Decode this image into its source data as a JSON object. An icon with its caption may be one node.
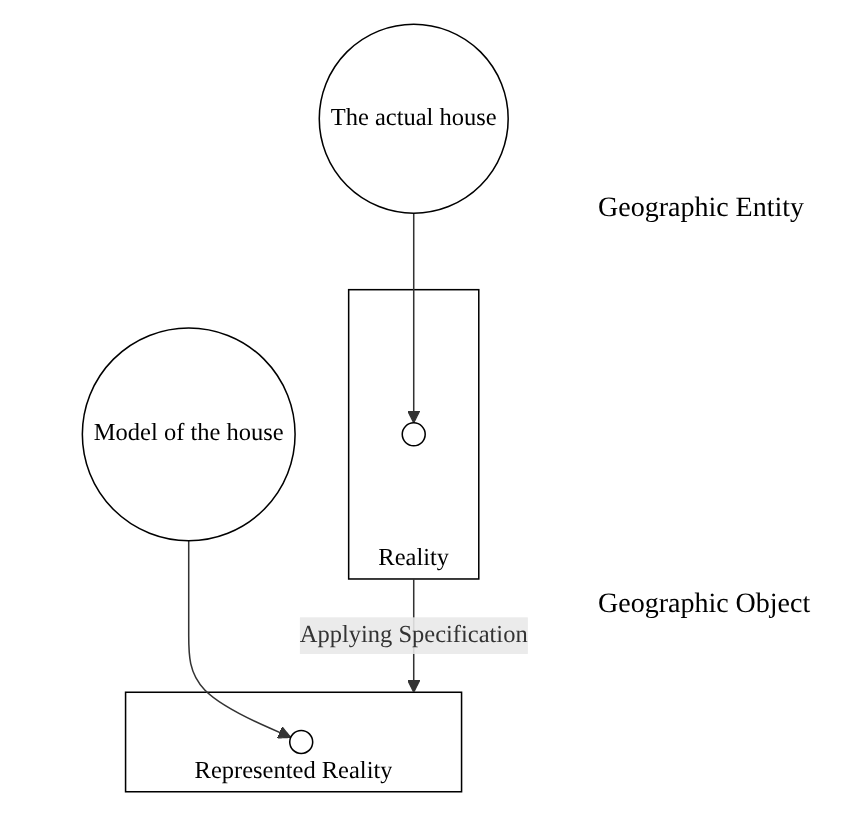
{
  "diagram": {
    "nodes": [
      {
        "text": [
          "Reality"
        ]
      },
      {
        "text": [],
        "shape": "circle",
        "in": 0
      },
      {
        "text": [
          "The actual house"
        ]
      },
      {
        "text": [
          "Represented Reality"
        ]
      },
      {
        "text": [],
        "shape": "circle",
        "in": 3
      },
      {
        "text": [
          "Model of the house"
        ]
      }
    ],
    "edges": [
      {
        "from": 0,
        "to": 3,
        "arrow": "to",
        "label": "Applying Specification"
      },
      {
        "from": 2,
        "to": 1,
        "arrow": "to"
      },
      {
        "from": 5,
        "to": 4,
        "arrow": "to"
      }
    ],
    "labels": [
      "Geographic Entity",
      "Geographic Object"
    ]
  }
}
